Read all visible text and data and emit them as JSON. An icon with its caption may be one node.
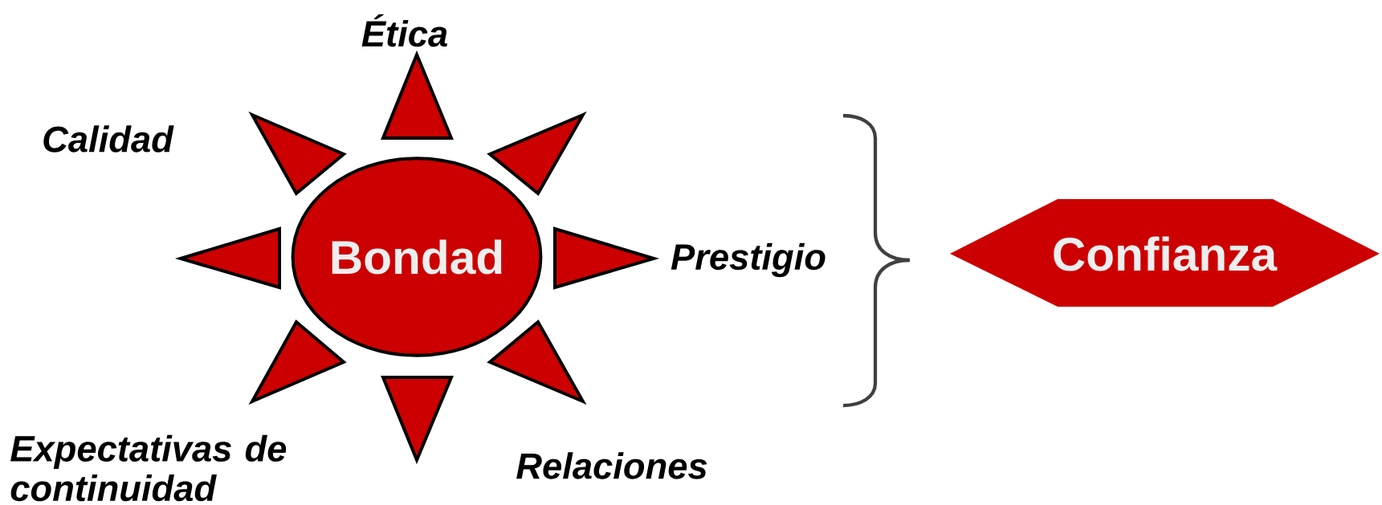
{
  "diagram": {
    "nodes": [
      {
        "text": [
          "Bondad"
        ]
      },
      {
        "text": [
          "Confianza"
        ]
      }
    ],
    "labels": [
      "Ética",
      "Calidad",
      "Prestigio",
      "Expectativas de continuidad",
      "Relaciones"
    ]
  }
}
